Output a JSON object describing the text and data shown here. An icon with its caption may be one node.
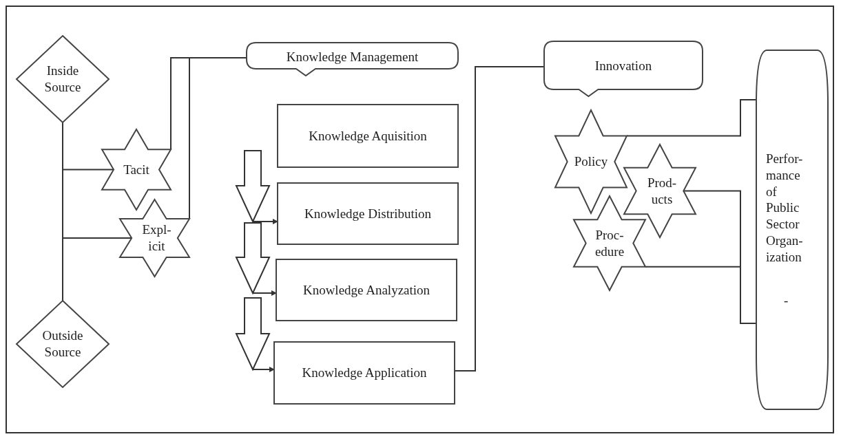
{
  "diagram": {
    "nodes": [
      {
        "text": [
          "Inside Source"
        ]
      },
      {
        "text": [
          "Outside Source"
        ]
      },
      {
        "text": [
          "Tacit"
        ]
      },
      {
        "text": [
          "Expl- icit"
        ]
      },
      {
        "text": [
          "Knowledge Management"
        ]
      },
      {
        "text": [
          "Knowledge Aquisition"
        ]
      },
      {
        "text": [
          "Knowledge Distribution"
        ]
      },
      {
        "text": [
          "Knowledge Analyzation"
        ]
      },
      {
        "text": [
          "Knowledge Application"
        ]
      },
      {
        "text": [
          "Innovation"
        ]
      },
      {
        "text": [
          "Policy"
        ]
      },
      {
        "text": [
          "Prod- ucts"
        ]
      },
      {
        "text": [
          "Proc- edure"
        ]
      },
      {
        "text": [
          "Perfor- mance of Public Sector Organ- ization",
          "-"
        ]
      }
    ],
    "edges": [
      {
        "from": 0,
        "to": 1,
        "arrow": "none"
      },
      {
        "from": 0,
        "to": 2,
        "arrow": "none"
      },
      {
        "from": 0,
        "to": 3,
        "arrow": "none"
      },
      {
        "from": 2,
        "to": 4,
        "arrow": "none"
      },
      {
        "from": 3,
        "to": 4,
        "arrow": "none"
      },
      {
        "from": 5,
        "to": 6,
        "arrow": "to"
      },
      {
        "from": 6,
        "to": 7,
        "arrow": "to"
      },
      {
        "from": 7,
        "to": 8,
        "arrow": "to"
      },
      {
        "from": 8,
        "to": 9,
        "arrow": "none"
      },
      {
        "from": 10,
        "to": 13,
        "arrow": "none"
      },
      {
        "from": 11,
        "to": 13,
        "arrow": "none"
      },
      {
        "from": 12,
        "to": 13,
        "arrow": "none"
      }
    ]
  }
}
